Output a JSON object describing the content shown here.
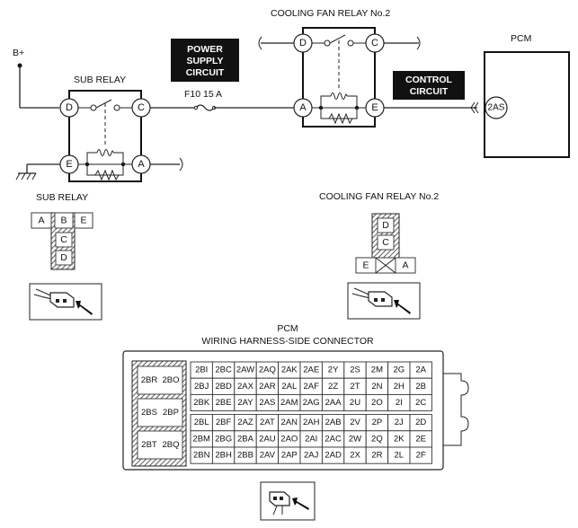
{
  "labels": {
    "b_plus": "B+",
    "sub_relay_top": "SUB RELAY",
    "fuse": "F10 15 A",
    "power_supply_circuit": [
      "POWER",
      "SUPPLY",
      "CIRCUIT"
    ],
    "cooling_fan_relay_top": "COOLING FAN RELAY No.2",
    "control_circuit": [
      "CONTROL",
      "CIRCUIT"
    ],
    "pcm_top": "PCM",
    "pcm_pin": "2AS",
    "sub_relay_bottom": "SUB RELAY",
    "cooling_fan_relay_bottom": "COOLING FAN RELAY No.2",
    "pcm_bottom": "PCM",
    "wiring_harness": "WIRING HARNESS-SIDE CONNECTOR"
  },
  "sub_relay_pins": {
    "d": "D",
    "c": "C",
    "e": "E",
    "a": "A"
  },
  "fan_relay_pins": {
    "d": "D",
    "c": "C",
    "a": "A",
    "e": "E"
  },
  "sub_relay_connector": {
    "top": [
      "A",
      "B",
      "E"
    ],
    "column": [
      "C",
      "D"
    ]
  },
  "fan_relay_connector": {
    "column": [
      "D",
      "C"
    ],
    "bottom": [
      "E",
      "A"
    ]
  },
  "pcm_left_pins": [
    "2BR",
    "2BO",
    "2BS",
    "2BP",
    "2BT",
    "2BQ"
  ],
  "pcm_connector_rows": [
    [
      "2BI",
      "2BC",
      "2AW",
      "2AQ",
      "2AK",
      "2AE",
      "2Y",
      "2S",
      "2M",
      "2G",
      "2A"
    ],
    [
      "2BJ",
      "2BD",
      "2AX",
      "2AR",
      "2AL",
      "2AF",
      "2Z",
      "2T",
      "2N",
      "2H",
      "2B"
    ],
    [
      "2BK",
      "2BE",
      "2AY",
      "2AS",
      "2AM",
      "2AG",
      "2AA",
      "2U",
      "2O",
      "2I",
      "2C"
    ],
    [
      "2BL",
      "2BF",
      "2AZ",
      "2AT",
      "2AN",
      "2AH",
      "2AB",
      "2V",
      "2P",
      "2J",
      "2D"
    ],
    [
      "2BM",
      "2BG",
      "2BA",
      "2AU",
      "2AO",
      "2AI",
      "2AC",
      "2W",
      "2Q",
      "2K",
      "2E"
    ],
    [
      "2BN",
      "2BH",
      "2BB",
      "2AV",
      "2AP",
      "2AJ",
      "2AD",
      "2X",
      "2R",
      "2L",
      "2F"
    ]
  ]
}
